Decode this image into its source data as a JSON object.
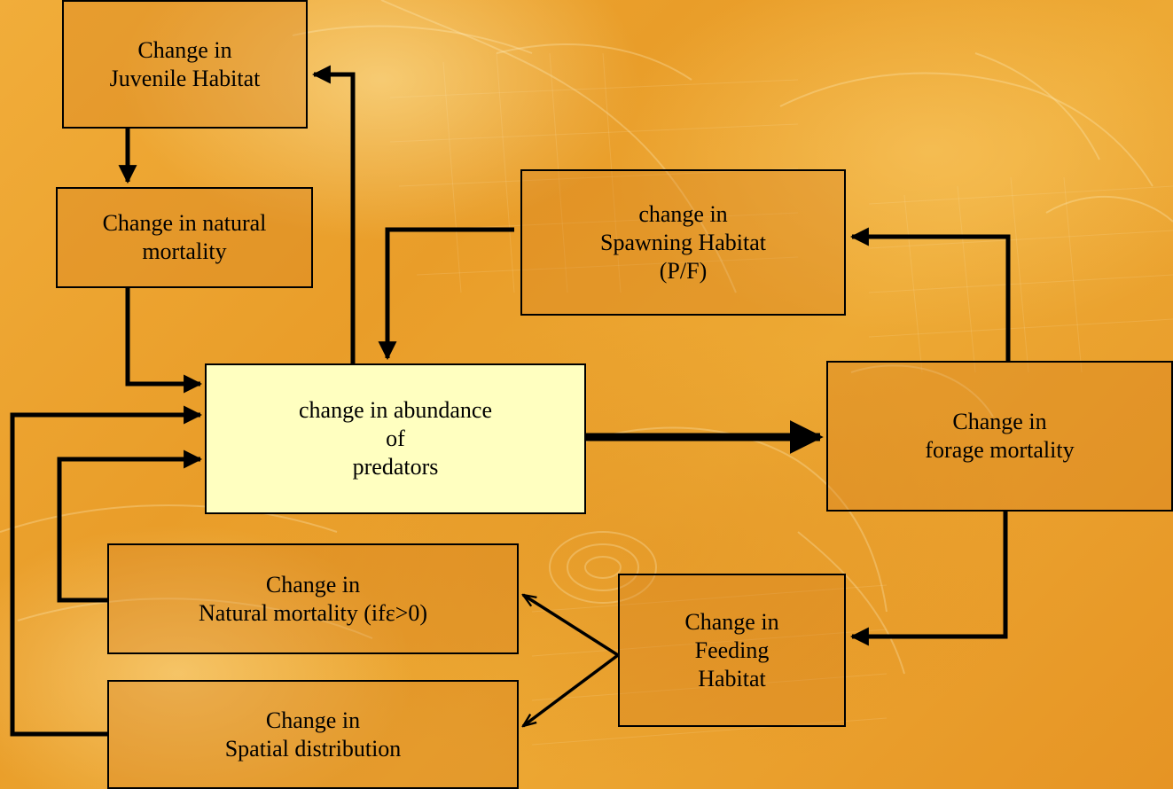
{
  "nodes": {
    "juvenile_habitat": {
      "lines": [
        "Change in",
        "Juvenile Habitat"
      ]
    },
    "natural_mortality_juv": {
      "lines": [
        "Change in natural",
        "mortality"
      ]
    },
    "spawning_habitat": {
      "lines": [
        "change in",
        "Spawning Habitat",
        "(P/F)"
      ]
    },
    "abundance_predators": {
      "lines": [
        "change in abundance",
        "of",
        "predators"
      ]
    },
    "forage_mortality": {
      "lines": [
        "Change in",
        "forage mortality"
      ]
    },
    "natural_mortality_eps": {
      "lines": [
        "Change in",
        "Natural mortality (ifε>0)"
      ]
    },
    "feeding_habitat": {
      "lines": [
        "Change in",
        "Feeding",
        "Habitat"
      ]
    },
    "spatial_distribution": {
      "lines": [
        "Change in",
        "Spatial distribution"
      ]
    }
  },
  "edges": [
    {
      "from": "abundance_predators",
      "to": "juvenile_habitat"
    },
    {
      "from": "juvenile_habitat",
      "to": "natural_mortality_juv"
    },
    {
      "from": "natural_mortality_juv",
      "to": "abundance_predators"
    },
    {
      "from": "spawning_habitat",
      "to": "abundance_predators"
    },
    {
      "from": "abundance_predators",
      "to": "forage_mortality"
    },
    {
      "from": "forage_mortality",
      "to": "spawning_habitat"
    },
    {
      "from": "forage_mortality",
      "to": "feeding_habitat"
    },
    {
      "from": "feeding_habitat",
      "to": "natural_mortality_eps"
    },
    {
      "from": "feeding_habitat",
      "to": "spatial_distribution"
    },
    {
      "from": "natural_mortality_eps",
      "to": "abundance_predators"
    },
    {
      "from": "spatial_distribution",
      "to": "abundance_predators"
    }
  ],
  "colors": {
    "background": "#eba230",
    "box_fill": "#d8821e",
    "center_box_fill": "#ffffc0",
    "border": "#000000",
    "arrow": "#000000"
  }
}
